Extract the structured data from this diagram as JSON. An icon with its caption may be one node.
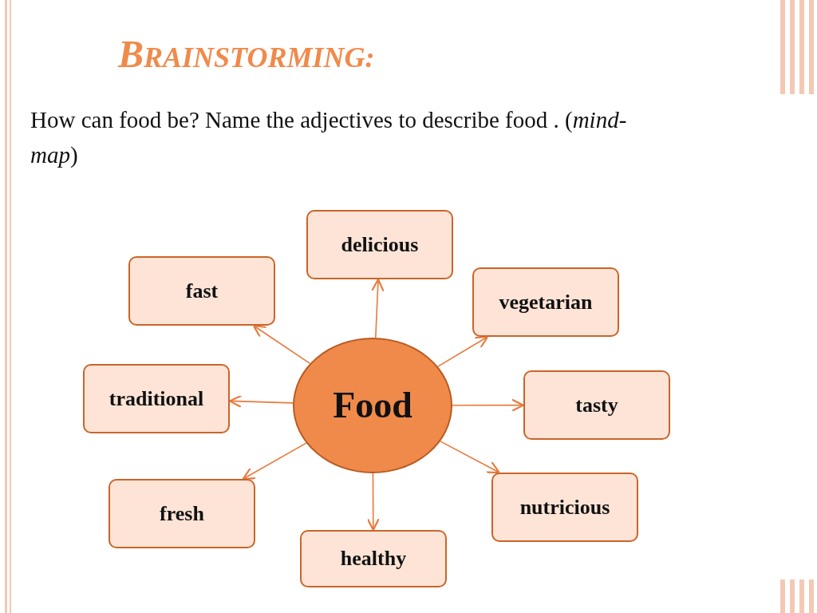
{
  "diagram": {
    "title": "BRAINSTORMING:",
    "nodes": [
      {
        "text": [
          "Food"
        ]
      },
      {
        "text": [
          "delicious"
        ]
      },
      {
        "text": [
          "fast"
        ]
      },
      {
        "text": [
          "vegetarian"
        ]
      },
      {
        "text": [
          "traditional"
        ]
      },
      {
        "text": [
          "tasty"
        ]
      },
      {
        "text": [
          "fresh"
        ]
      },
      {
        "text": [
          "nutricious"
        ]
      },
      {
        "text": [
          "healthy"
        ]
      }
    ],
    "edges": [
      {
        "from": 0,
        "to": 1,
        "arrow": "to"
      },
      {
        "from": 0,
        "to": 2,
        "arrow": "to"
      },
      {
        "from": 0,
        "to": 3,
        "arrow": "to"
      },
      {
        "from": 0,
        "to": 4,
        "arrow": "to"
      },
      {
        "from": 0,
        "to": 5,
        "arrow": "to"
      },
      {
        "from": 0,
        "to": 6,
        "arrow": "to"
      },
      {
        "from": 0,
        "to": 7,
        "arrow": "to"
      },
      {
        "from": 0,
        "to": 8,
        "arrow": "to"
      }
    ],
    "labels": [
      "How can food be? Name the adjectives to describe food . (*mind-map*)"
    ]
  }
}
